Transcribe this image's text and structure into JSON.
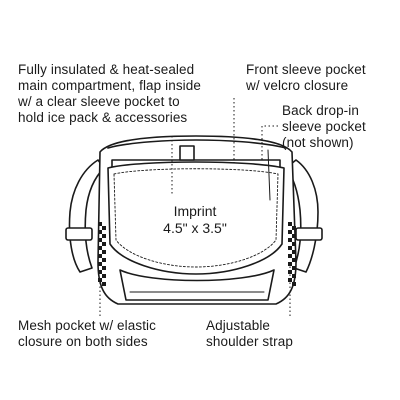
{
  "callouts": {
    "insulated": {
      "lines": [
        "Fully insulated & heat-sealed",
        "main compartment, flap inside",
        "w/ a clear sleeve pocket to",
        "hold ice pack & accessories"
      ]
    },
    "front_sleeve": {
      "lines": [
        "Front sleeve pocket",
        "w/ velcro closure"
      ]
    },
    "back_dropin": {
      "lines": [
        "Back drop-in",
        "sleeve pocket",
        "(not shown)"
      ]
    },
    "mesh_pocket": {
      "lines": [
        "Mesh pocket w/ elastic",
        "closure on both sides"
      ]
    },
    "strap": {
      "lines": [
        "Adjustable",
        "shoulder strap"
      ]
    }
  },
  "imprint": {
    "title": "Imprint",
    "size": "4.5\" x 3.5\""
  }
}
